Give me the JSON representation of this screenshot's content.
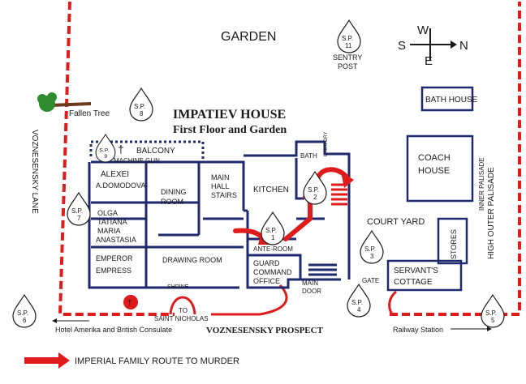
{
  "title": {
    "line1": "IMPATIEV HOUSE",
    "line2": "First Floor and Garden"
  },
  "areas": {
    "garden": "GARDEN",
    "court_yard": "COURT YARD",
    "bath_house": "BATH HOUSE",
    "coach_house_1": "COACH",
    "coach_house_2": "HOUSE",
    "servants_cottage_1": "SERVANT'S",
    "servants_cottage_2": "COTTAGE",
    "stores": "STORES",
    "fallen_tree": "Fallen Tree"
  },
  "compass": {
    "w": "W",
    "s": "S",
    "n": "N",
    "e": "E"
  },
  "sentry_posts": [
    {
      "id": "sp1",
      "line1": "S.P.",
      "line2": "1"
    },
    {
      "id": "sp2",
      "line1": "S.P.",
      "line2": "2"
    },
    {
      "id": "sp3",
      "line1": "S.P.",
      "line2": "3"
    },
    {
      "id": "sp4",
      "line1": "S.P.",
      "line2": "4"
    },
    {
      "id": "sp5",
      "line1": "S.P.",
      "line2": "5"
    },
    {
      "id": "sp6",
      "line1": "S.P.",
      "line2": "6"
    },
    {
      "id": "sp7",
      "line1": "S.P.",
      "line2": "7"
    },
    {
      "id": "sp8",
      "line1": "S.P.",
      "line2": "8"
    },
    {
      "id": "sp9",
      "line1": "S.P.",
      "line2": "9"
    },
    {
      "id": "sp11",
      "line1": "S.P.",
      "line2": "11"
    }
  ],
  "sentry_post_label": {
    "line1": "SENTRY",
    "line2": "POST"
  },
  "rooms": {
    "balcony": "BALCONY",
    "machine_gun": "MACHINE GUN",
    "alexei": "ALEXEI",
    "domodova": "A.DOMODOVA",
    "dining_1": "DINING",
    "dining_2": "ROOM",
    "main_hall_1": "MAIN",
    "main_hall_2": "HALL",
    "main_hall_3": "STAIRS",
    "kitchen": "KITCHEN",
    "bath": "BATH",
    "lavatory": "LAVATORY",
    "olga": "OLGA",
    "tatiana": "TATIANA",
    "maria": "MARIA",
    "anastasia": "ANASTASIA",
    "ante_room": "ANTE-ROOM",
    "emperor": "EMPEROR",
    "empress": "EMPRESS",
    "drawing_room": "DRAWING ROOM",
    "guard_1": "GUARD",
    "guard_2": "COMMAND",
    "guard_3": "OFFICE",
    "main_door_1": "MAIN",
    "main_door_2": "DOOR",
    "gate": "GATE"
  },
  "shrine": {
    "label": "SHRINE",
    "to1": "TO",
    "to2": "SAINT NICHOLAS"
  },
  "streets": {
    "voznesensky_lane": "VOZNESENSKY LANE",
    "voznesensky_prospect": "VOZNESENSKY PROSPECT",
    "inner_palisade": "INNER PALISADE",
    "outer_palisade": "HIGH OUTER PALISADE"
  },
  "directions": {
    "hotel": "Hotel Amerika and British Consulate",
    "railway": "Railway Station"
  },
  "legend": {
    "route": "IMPERIAL FAMILY ROUTE TO MURDER"
  },
  "colors": {
    "route": "#e01b1b",
    "walls": "#1f2a6e",
    "ink": "#1a1a1a"
  }
}
